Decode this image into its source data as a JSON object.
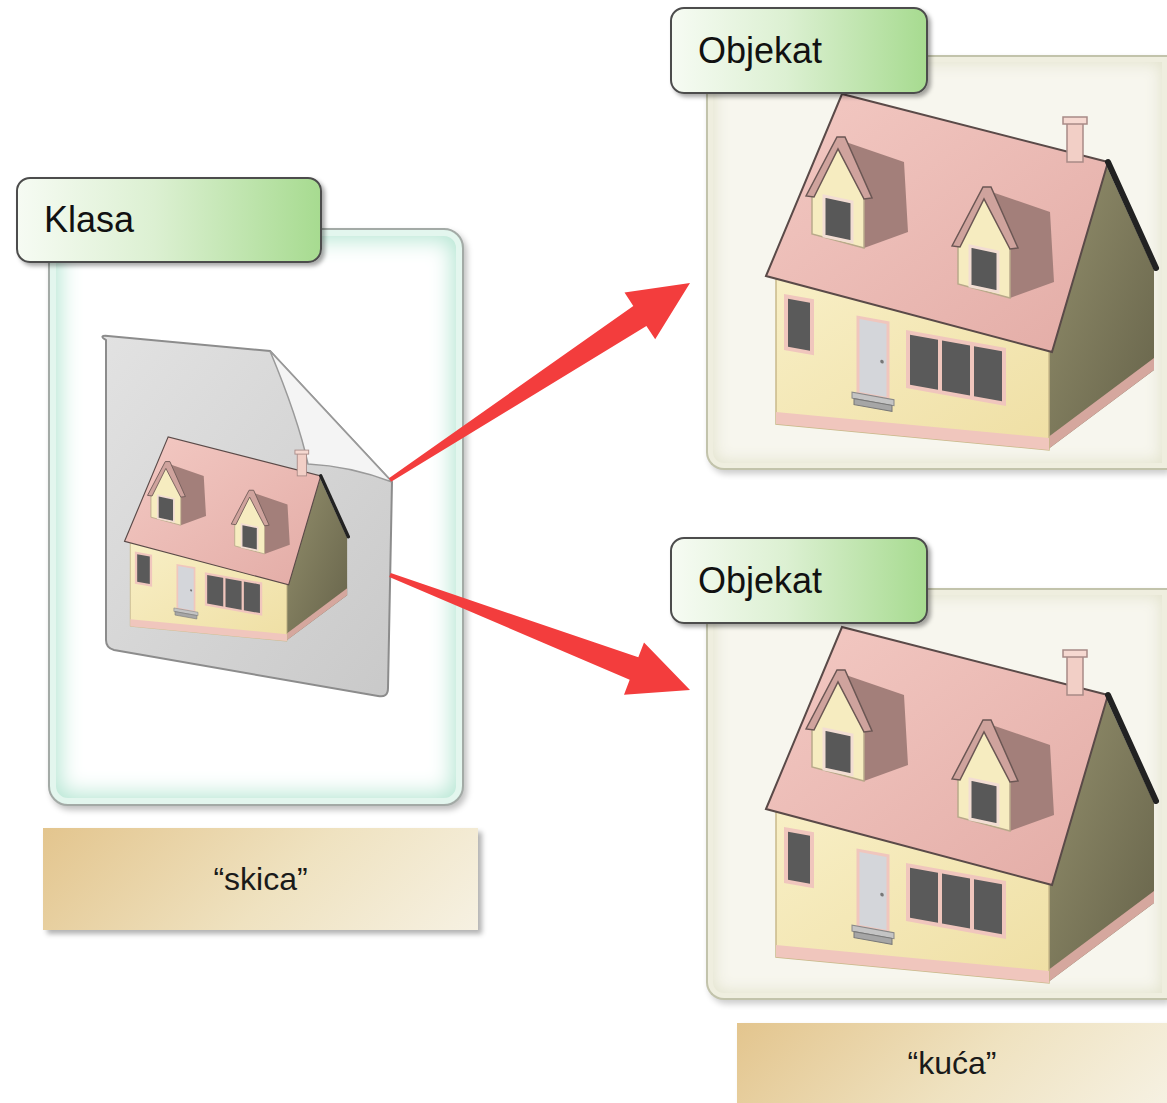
{
  "diagram": {
    "nodes": [
      {
        "text": [
          "Klasa"
        ]
      },
      {
        "text": [
          "Objekat"
        ]
      },
      {
        "text": [
          "Objekat"
        ]
      },
      {
        "text": [
          "“skica”"
        ]
      },
      {
        "text": [
          "“kuća”"
        ]
      }
    ],
    "edges": [
      {
        "from": 0,
        "to": 1,
        "arrow": "to"
      },
      {
        "from": 0,
        "to": 2,
        "arrow": "to"
      }
    ]
  }
}
